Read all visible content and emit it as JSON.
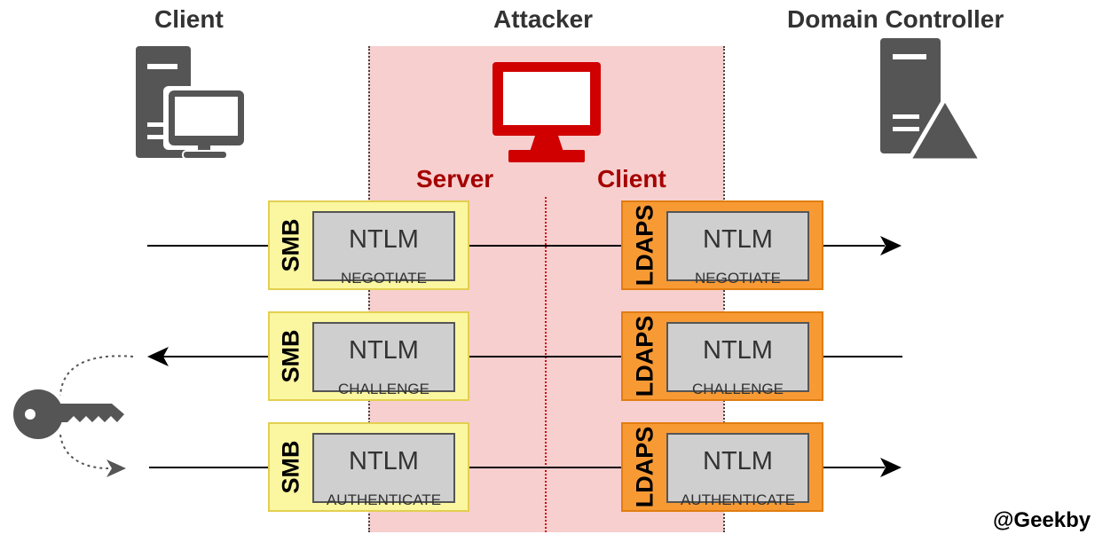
{
  "headings": {
    "client": "Client",
    "attacker": "Attacker",
    "domain_controller": "Domain Controller"
  },
  "attacker_roles": {
    "server": "Server",
    "client": "Client"
  },
  "messages": [
    {
      "protocol_left": "SMB",
      "protocol_right": "LDAPS",
      "title": "NTLM",
      "type": "NEGOTIATE",
      "direction": "right"
    },
    {
      "protocol_left": "SMB",
      "protocol_right": "LDAPS",
      "title": "NTLM",
      "type": "CHALLENGE",
      "direction": "left"
    },
    {
      "protocol_left": "SMB",
      "protocol_right": "LDAPS",
      "title": "NTLM",
      "type": "AUTHENTICATE",
      "direction": "right"
    }
  ],
  "icons": {
    "client": "desktop-computer-icon",
    "attacker": "monitor-icon",
    "domain_controller": "server-warning-icon",
    "key": "key-icon"
  },
  "colors": {
    "attacker_zone": "#f7cfcf",
    "attacker_accent": "#d00000",
    "smb_fill": "#fbf6a0",
    "ldaps_fill": "#f89a34",
    "ntlm_fill": "#cfcfcf",
    "role_text": "#a50000"
  },
  "watermark": "@Geekby"
}
